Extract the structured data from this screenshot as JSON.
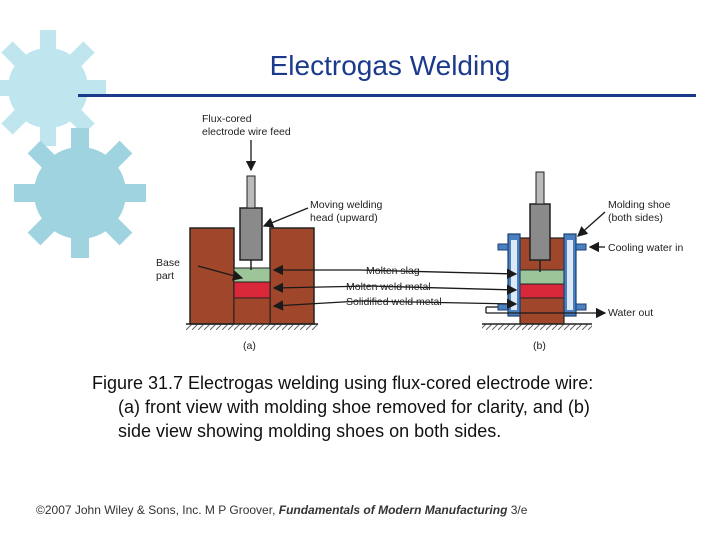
{
  "slide": {
    "title": "Electrogas Welding"
  },
  "diagram": {
    "labels": {
      "feed": [
        "Flux-cored",
        "electrode wire feed"
      ],
      "moving_head": [
        "Moving welding",
        "head (upward)"
      ],
      "base_part": [
        "Base",
        "part"
      ],
      "molten_slag": "Molten slag",
      "molten_weld": "Molten weld metal",
      "solidified_weld": "Solidified weld metal",
      "molding_shoe": [
        "Molding shoe",
        "(both sides)"
      ],
      "cooling_in": "Cooling water in",
      "water_out": "Water out",
      "view_a": "(a)",
      "view_b": "(b)"
    },
    "colors": {
      "base_part": "#a0462a",
      "molten_slag": "#9cc59a",
      "molten_weld": "#d8283a",
      "solidified_weld": "#a0462a",
      "electrode_head": "#8a8a8a",
      "shoe": "#4a7fc0",
      "arrow": "#1a1a1a"
    }
  },
  "caption": {
    "line1": "Figure 31.7  Electrogas welding using flux‑cored electrode wire:",
    "line2": "(a) front view with molding shoe removed for clarity, and (b)",
    "line3": "side view showing molding shoes on both sides."
  },
  "footer": {
    "copyright": "©2007 John Wiley & Sons, Inc.  M P Groover, ",
    "book_title": "Fundamentals of Modern Manufacturing",
    "edition": " 3/e"
  }
}
